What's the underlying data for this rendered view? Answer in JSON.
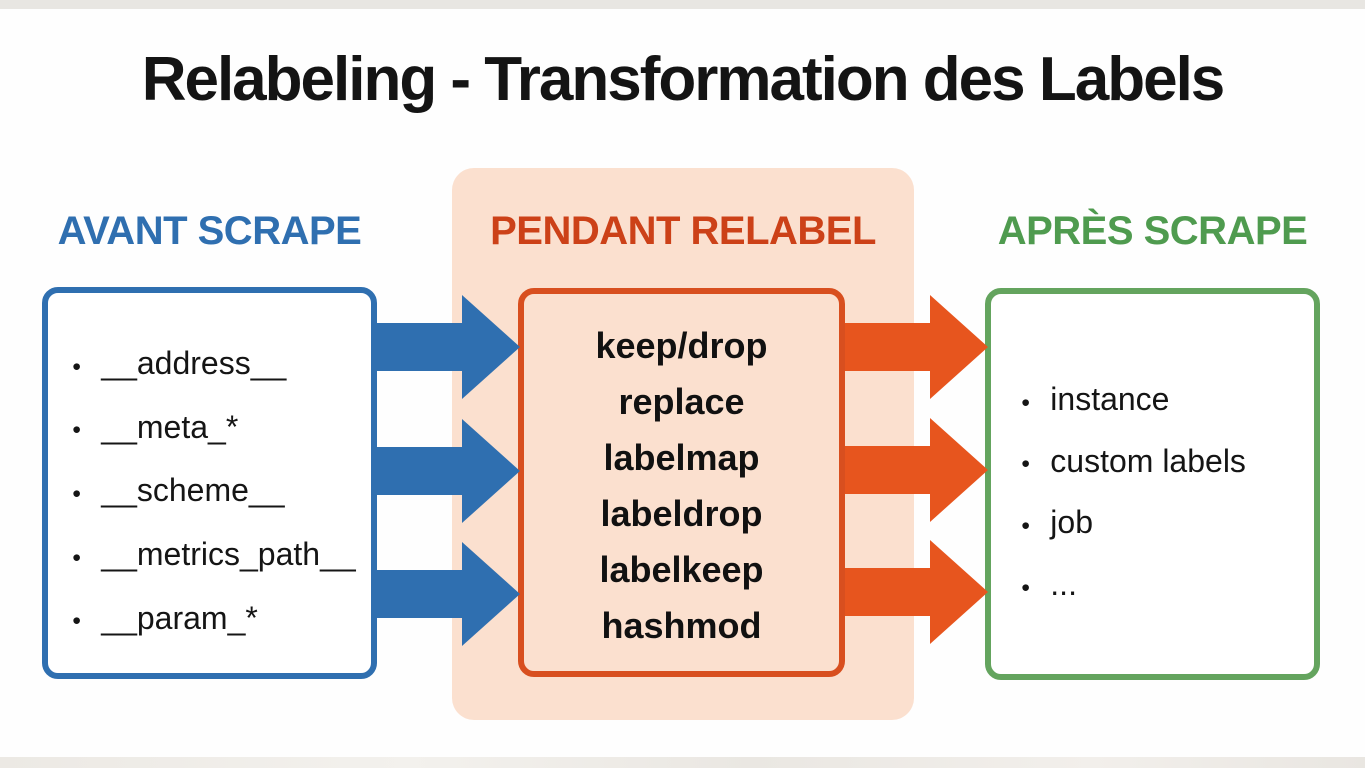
{
  "title": "Relabeling - Transformation des Labels",
  "colors": {
    "blue": "#2f6fb0",
    "orange_arrow": "#e7551e",
    "orange_border": "#d84f1f",
    "orange_text": "#cc4118",
    "peach": "#fbe0cf",
    "green": "#64a45e",
    "green_text": "#4f9b4f",
    "ink": "#151515"
  },
  "columns": {
    "before": {
      "header": "AVANT SCRAPE",
      "items": [
        "__address__",
        "__meta_*",
        "__scheme__",
        "__metrics_path__",
        "__param_*"
      ]
    },
    "during": {
      "header": "PENDANT RELABEL",
      "items": [
        "keep/drop",
        "replace",
        "labelmap",
        "labeldrop",
        "labelkeep",
        "hashmod"
      ]
    },
    "after": {
      "header": "APRÈS SCRAPE",
      "items": [
        "instance",
        "custom labels",
        "job",
        "..."
      ]
    }
  }
}
